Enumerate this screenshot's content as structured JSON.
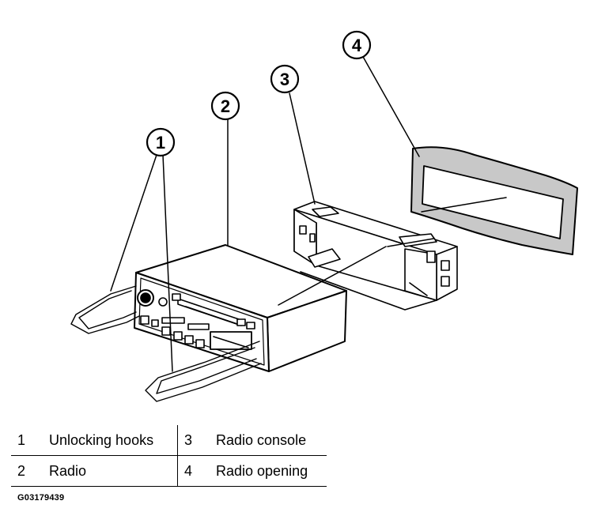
{
  "callouts": [
    "1",
    "2",
    "3",
    "4"
  ],
  "legend": [
    {
      "num": "1",
      "label": "Unlocking hooks",
      "num2": "3",
      "label2": "Radio console"
    },
    {
      "num": "2",
      "label": "Radio",
      "num2": "4",
      "label2": "Radio opening"
    }
  ],
  "figure_code": "G03179439"
}
